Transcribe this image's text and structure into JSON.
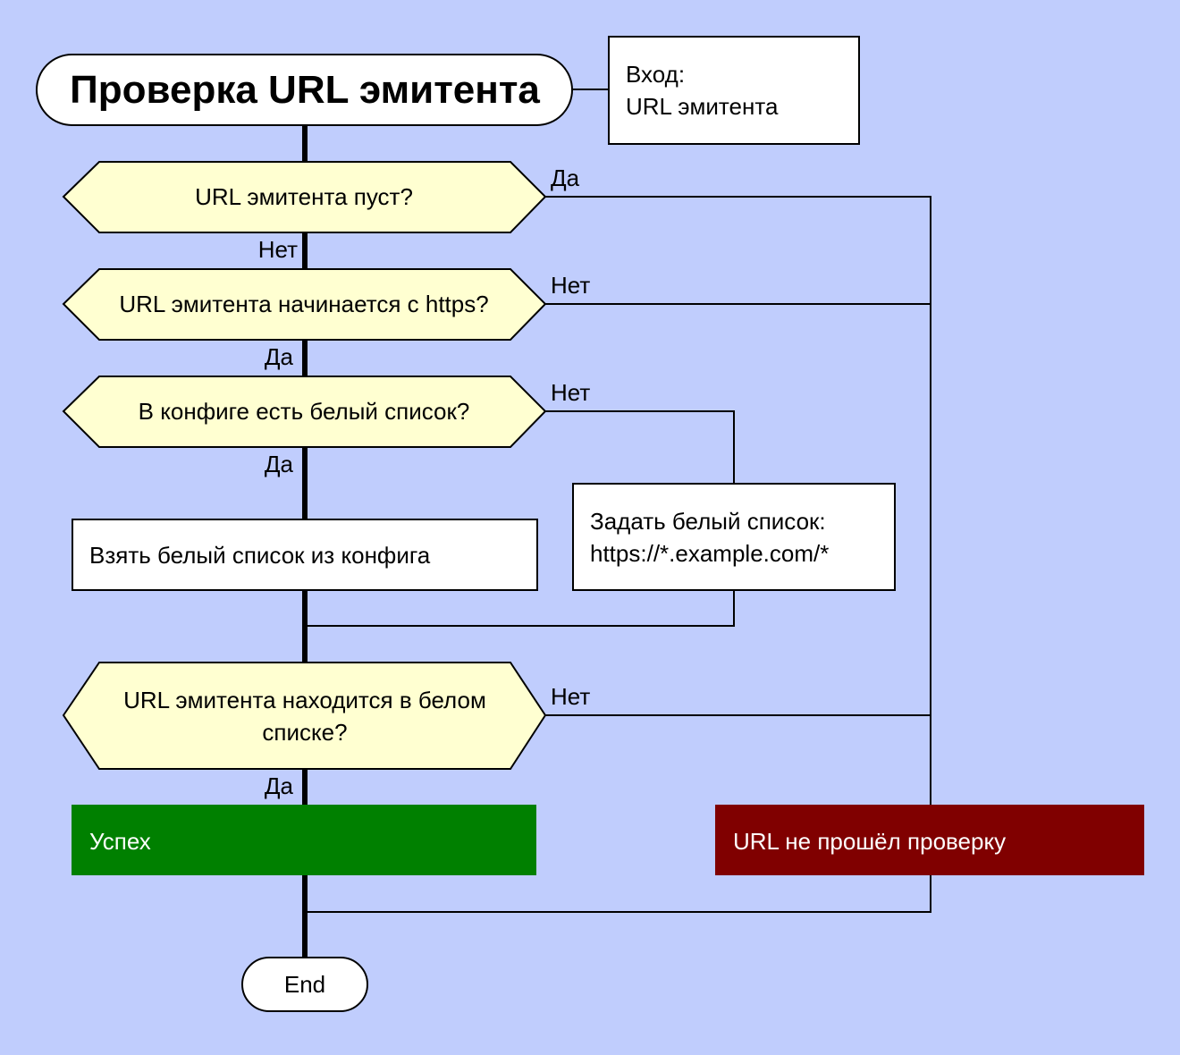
{
  "title": "Проверка URL эмитента",
  "input_box": {
    "line1": "Вход:",
    "line2": "URL эмитента"
  },
  "decisions": {
    "d1": "URL эмитента пуст?",
    "d2": "URL эмитента начинается с https?",
    "d3": "В конфиге есть белый список?",
    "d4_line1": "URL эмитента находится в белом",
    "d4_line2": "списке?"
  },
  "processes": {
    "take_whitelist": "Взять белый список из конфига",
    "set_whitelist_line1": "Задать белый список:",
    "set_whitelist_line2": "https://*.example.com/*"
  },
  "results": {
    "success": "Успех",
    "failure": "URL не прошёл проверку"
  },
  "end": "End",
  "edge_labels": {
    "d1_yes": "Да",
    "d1_no": "Нет",
    "d2_no": "Нет",
    "d2_yes": "Да",
    "d3_no": "Нет",
    "d3_yes": "Да",
    "d4_no": "Нет",
    "d4_yes": "Да"
  },
  "colors": {
    "background": "#c0cdfd",
    "decision_fill": "#ffffd1",
    "success_fill": "#008000",
    "failure_fill": "#800000"
  }
}
